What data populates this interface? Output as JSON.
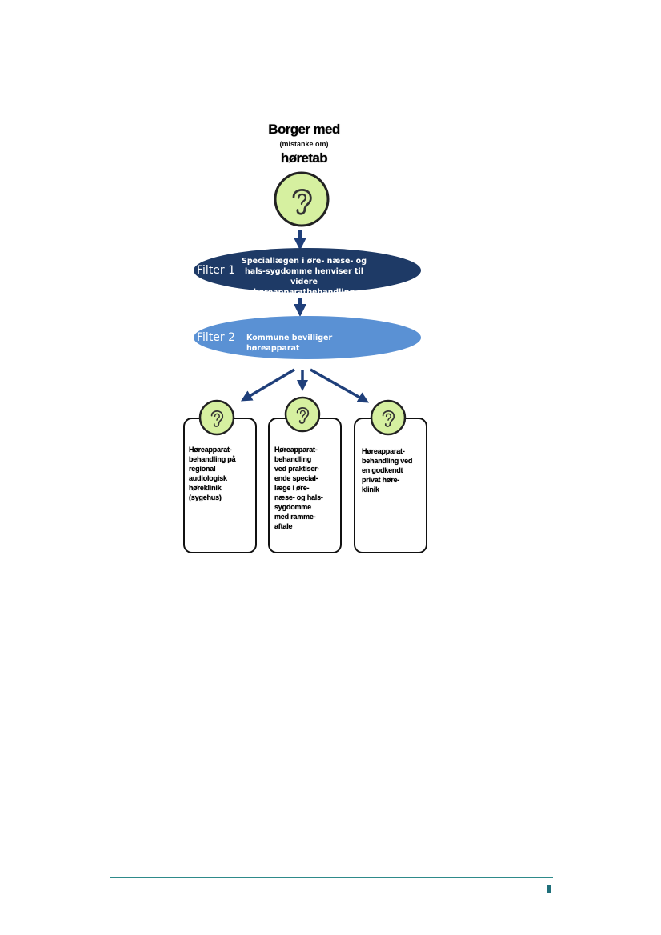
{
  "diagram": {
    "title": {
      "line1": "Borger med",
      "line2": "(mistanke om)",
      "line3": "høretab"
    },
    "filter1": {
      "label": "Filter 1",
      "text": "Speciallægen i øre- næse- og hals-sygdomme henviser til videre høreapparatbehandling"
    },
    "filter2": {
      "label": "Filter 2",
      "text": "Kommune bevilliger høreapparat"
    },
    "boxes": [
      {
        "text": "Høreapparat-\nbehandling på\nregional\naudiologisk\nhøreklinik\n(sygehus)"
      },
      {
        "text": "Høreapparat-\nbehandling\nved praktiser-\nende special-\nlæge i øre-\nnæse- og hals-\nsygdomme\nmed rammе-\naftale"
      },
      {
        "text": "Høreapparat-\nbehandling ved\nen godkendt\nprivat høre-\nklinik"
      }
    ],
    "icons": [
      "ear-icon"
    ],
    "colors": {
      "ear_circle_fill": "#d6f0a0",
      "filter1_fill": "#1e3a66",
      "filter2_fill": "#5a91d4",
      "arrow": "#1f3f7a",
      "footer_line": "#2e8a8a"
    }
  }
}
